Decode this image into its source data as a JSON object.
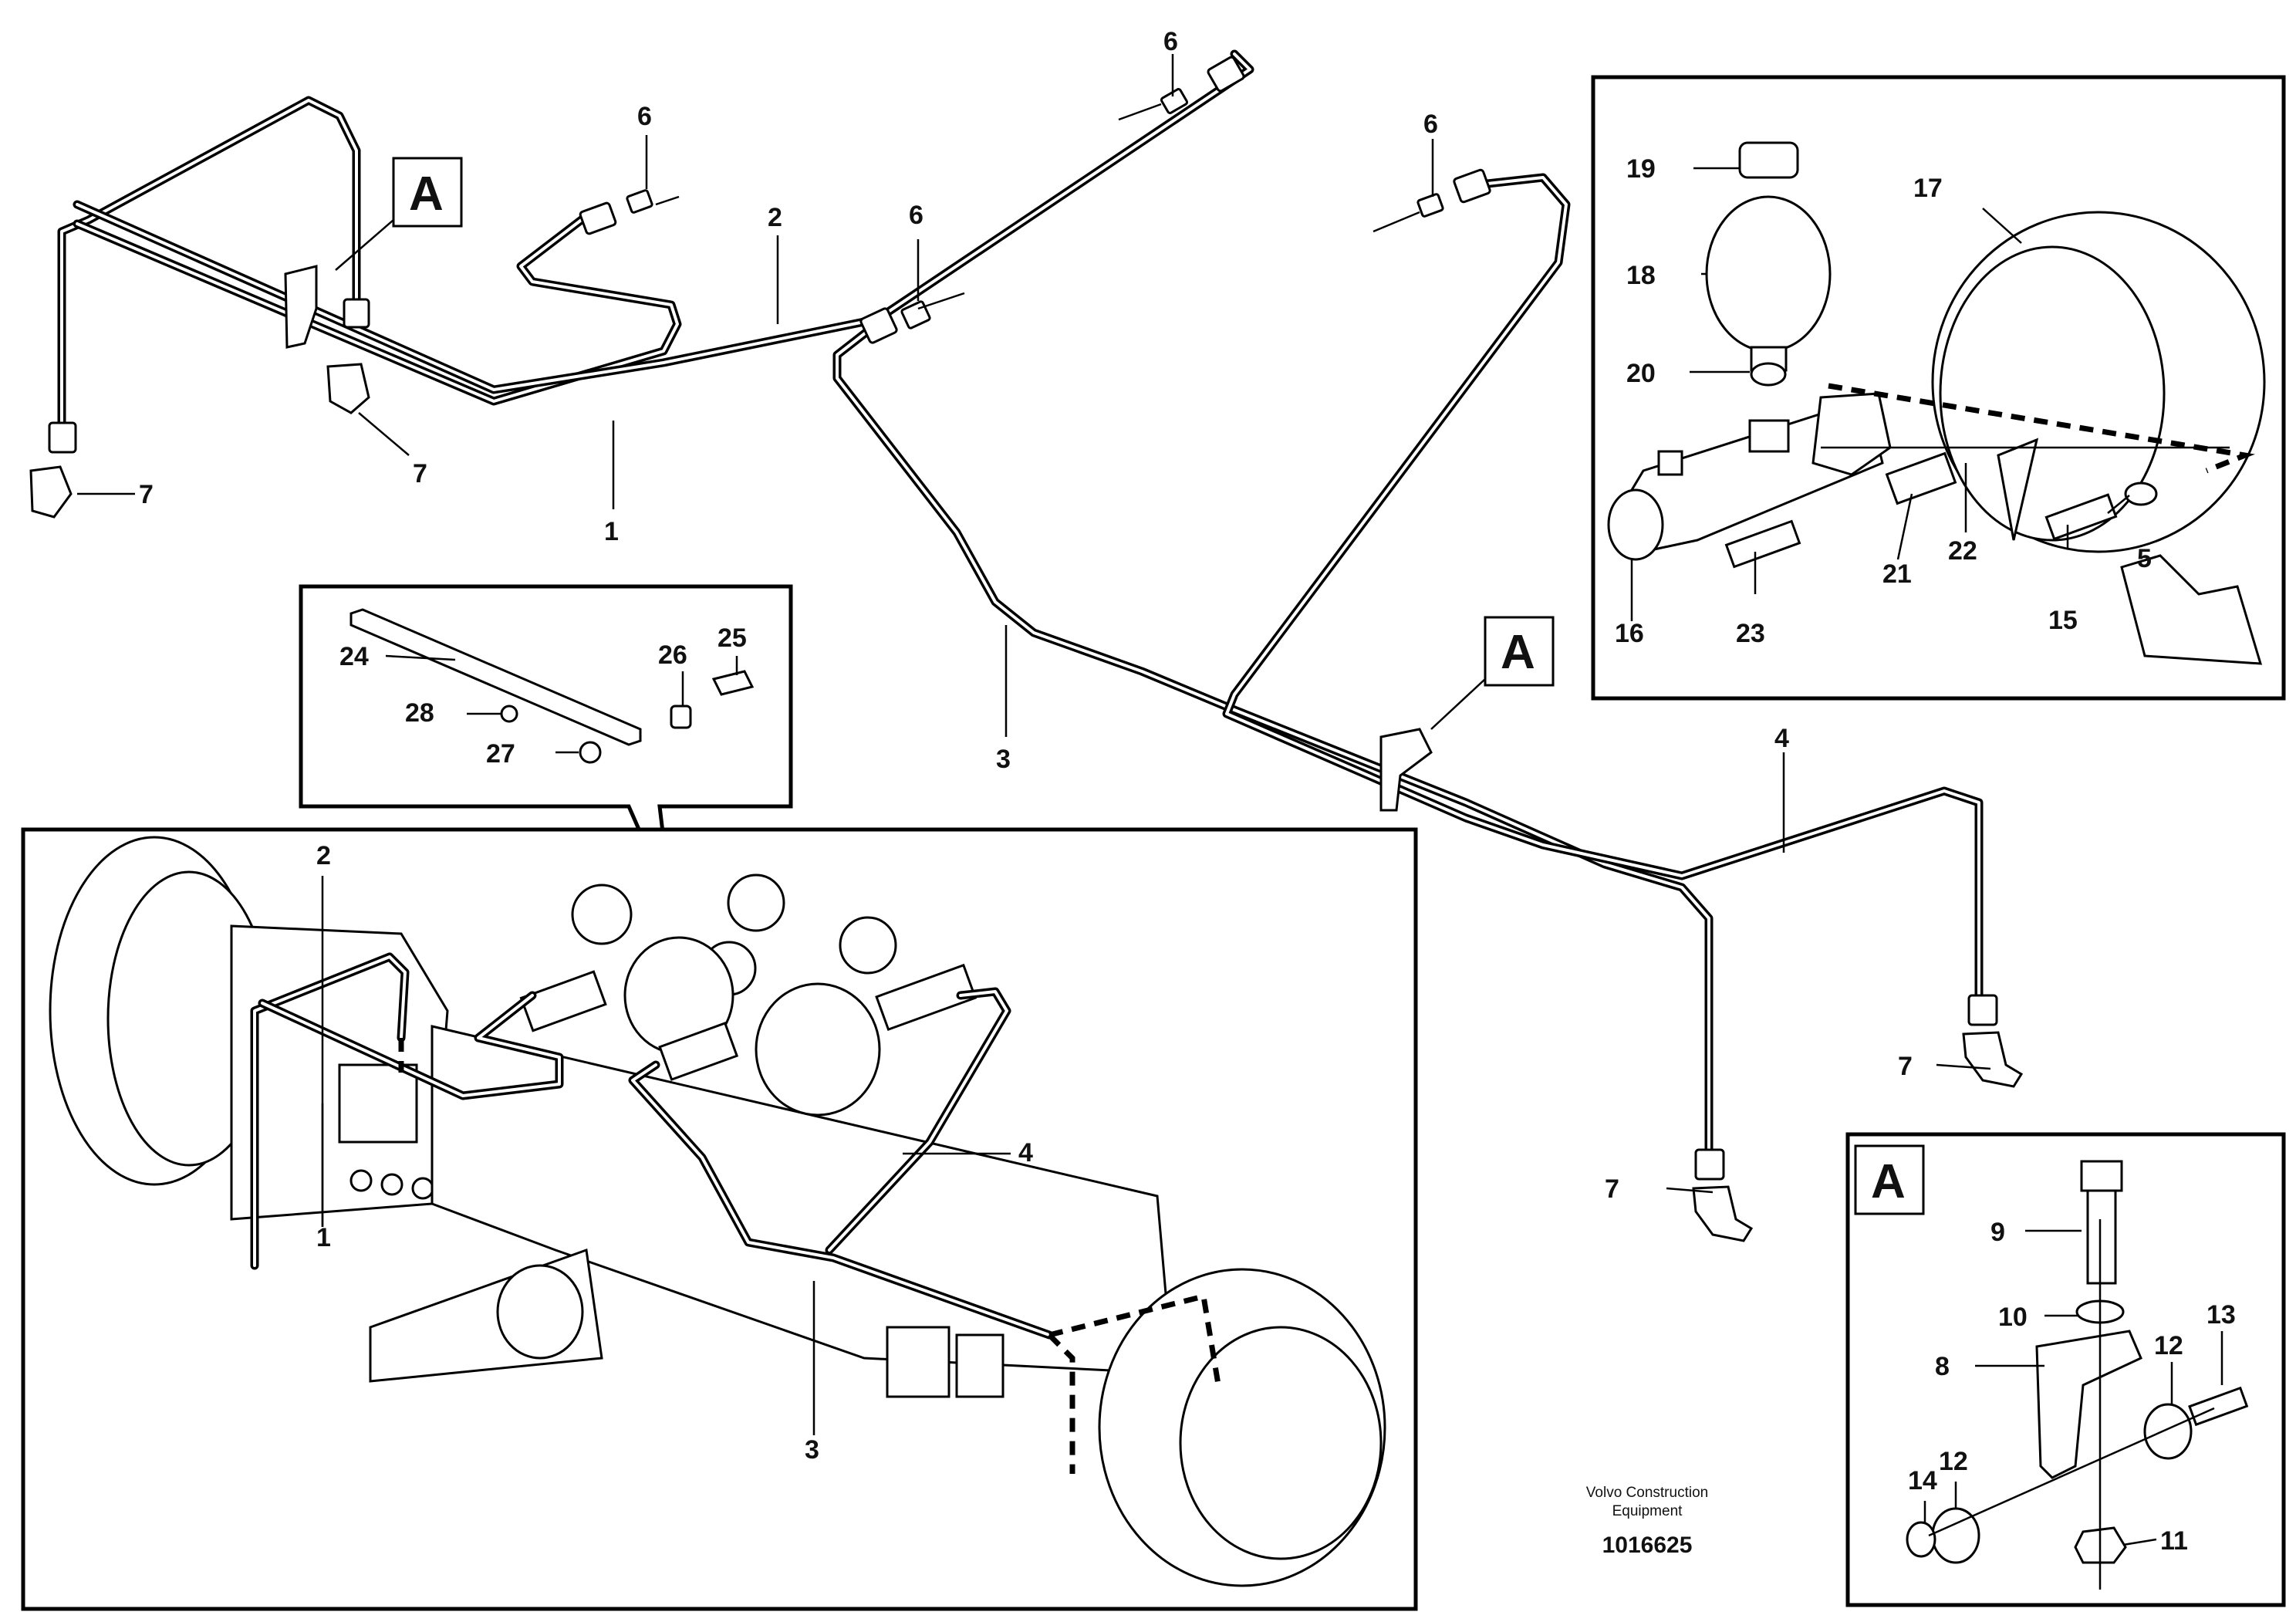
{
  "labels": {
    "callouts": [
      "1",
      "2",
      "3",
      "4",
      "5",
      "6",
      "7",
      "8",
      "9",
      "10",
      "11",
      "12",
      "13",
      "14",
      "15",
      "16",
      "17",
      "18",
      "19",
      "20",
      "21",
      "22",
      "23",
      "24",
      "25",
      "26",
      "27",
      "28"
    ],
    "detail_marker": "A"
  },
  "credit": {
    "line1": "Volvo Construction",
    "line2": "Equipment",
    "doc_number": "1016625"
  }
}
